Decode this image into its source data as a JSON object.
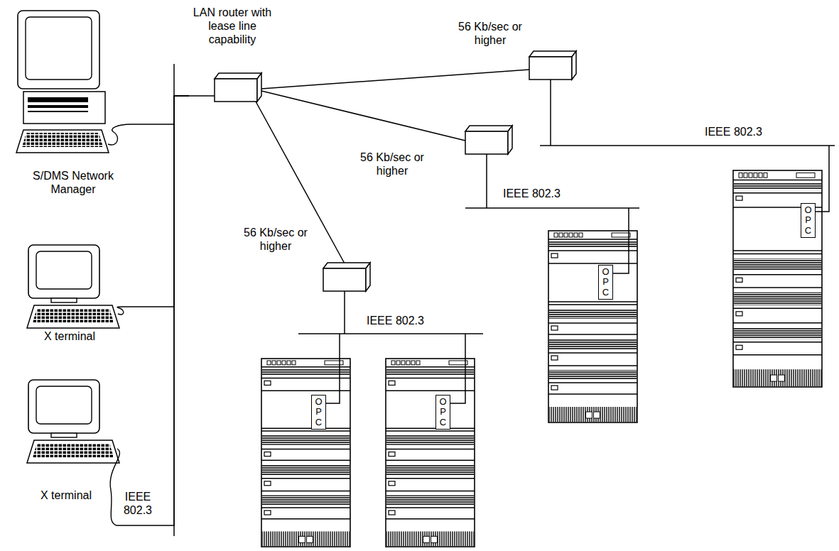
{
  "diagram": {
    "nodes": [
      {
        "text": [
          "LAN router with lease line capability"
        ]
      },
      {
        "text": [
          "S/DMS Network Manager"
        ]
      },
      {
        "text": [
          "X terminal"
        ]
      },
      {
        "text": [
          "X terminal"
        ]
      },
      {
        "text": [
          "OPC"
        ]
      },
      {
        "text": [
          "OPC"
        ]
      },
      {
        "text": [
          "OPC"
        ]
      },
      {
        "text": [
          "OPC"
        ]
      }
    ],
    "edges": [
      {
        "from": 1,
        "to": 0,
        "arrow": "none"
      },
      {
        "from": 2,
        "to": 0,
        "arrow": "none"
      },
      {
        "from": 3,
        "to": 0,
        "arrow": "none"
      }
    ],
    "labels": [
      "56 Kb/sec or higher",
      "56 Kb/sec or higher",
      "56 Kb/sec or higher",
      "IEEE 802.3",
      "IEEE 802.3",
      "IEEE 802.3",
      "IEEE 802.3"
    ]
  }
}
